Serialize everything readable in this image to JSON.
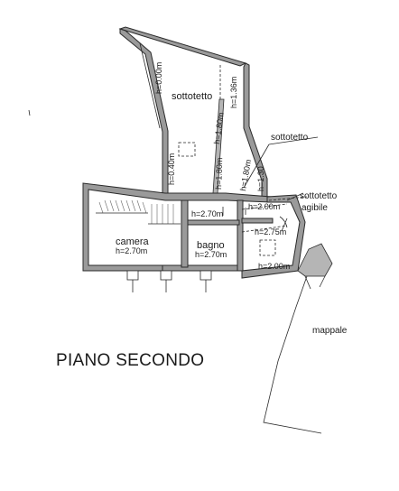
{
  "labels": {
    "attic_main": "sottotetto",
    "attic_side": "sottotetto",
    "attic_usable_1": "sottotetto",
    "attic_usable_2": "agibile",
    "camera": "camera",
    "camera_h": "h=2.70m",
    "bagno": "bagno",
    "bagno_h": "h=2.70m",
    "corr_h": "h=2.70m",
    "h_000": "h=0.00m",
    "h_136": "h=1.36m",
    "h_040": "h=0.40m",
    "h_180a": "h=1.80m",
    "h_180b": "h=1.80m",
    "h_180c": "h=1.80m",
    "h_130": "h=1.30",
    "h_200a": "h=2.00m",
    "h_275": "h=2.75m",
    "h_200b": "h=2.00m",
    "mappale": "mappale",
    "title": "PIANO SECONDO"
  }
}
